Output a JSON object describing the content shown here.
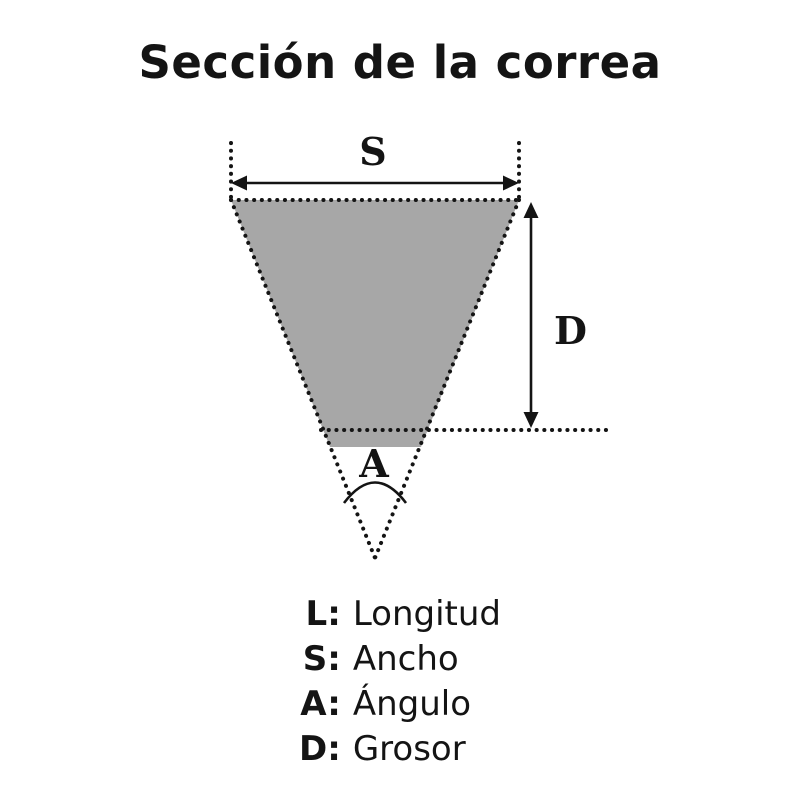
{
  "title": "Sección de la correa",
  "diagram": {
    "width_label": "S",
    "depth_label": "D",
    "angle_label": "A",
    "shape_fill": "#a7a7a7",
    "line_color": "#141414"
  },
  "legend": {
    "items": [
      {
        "letter": "L:",
        "word": "Longitud"
      },
      {
        "letter": "S:",
        "word": "Ancho"
      },
      {
        "letter": "A:",
        "word": "Ángulo"
      },
      {
        "letter": "D:",
        "word": "Grosor"
      }
    ]
  }
}
